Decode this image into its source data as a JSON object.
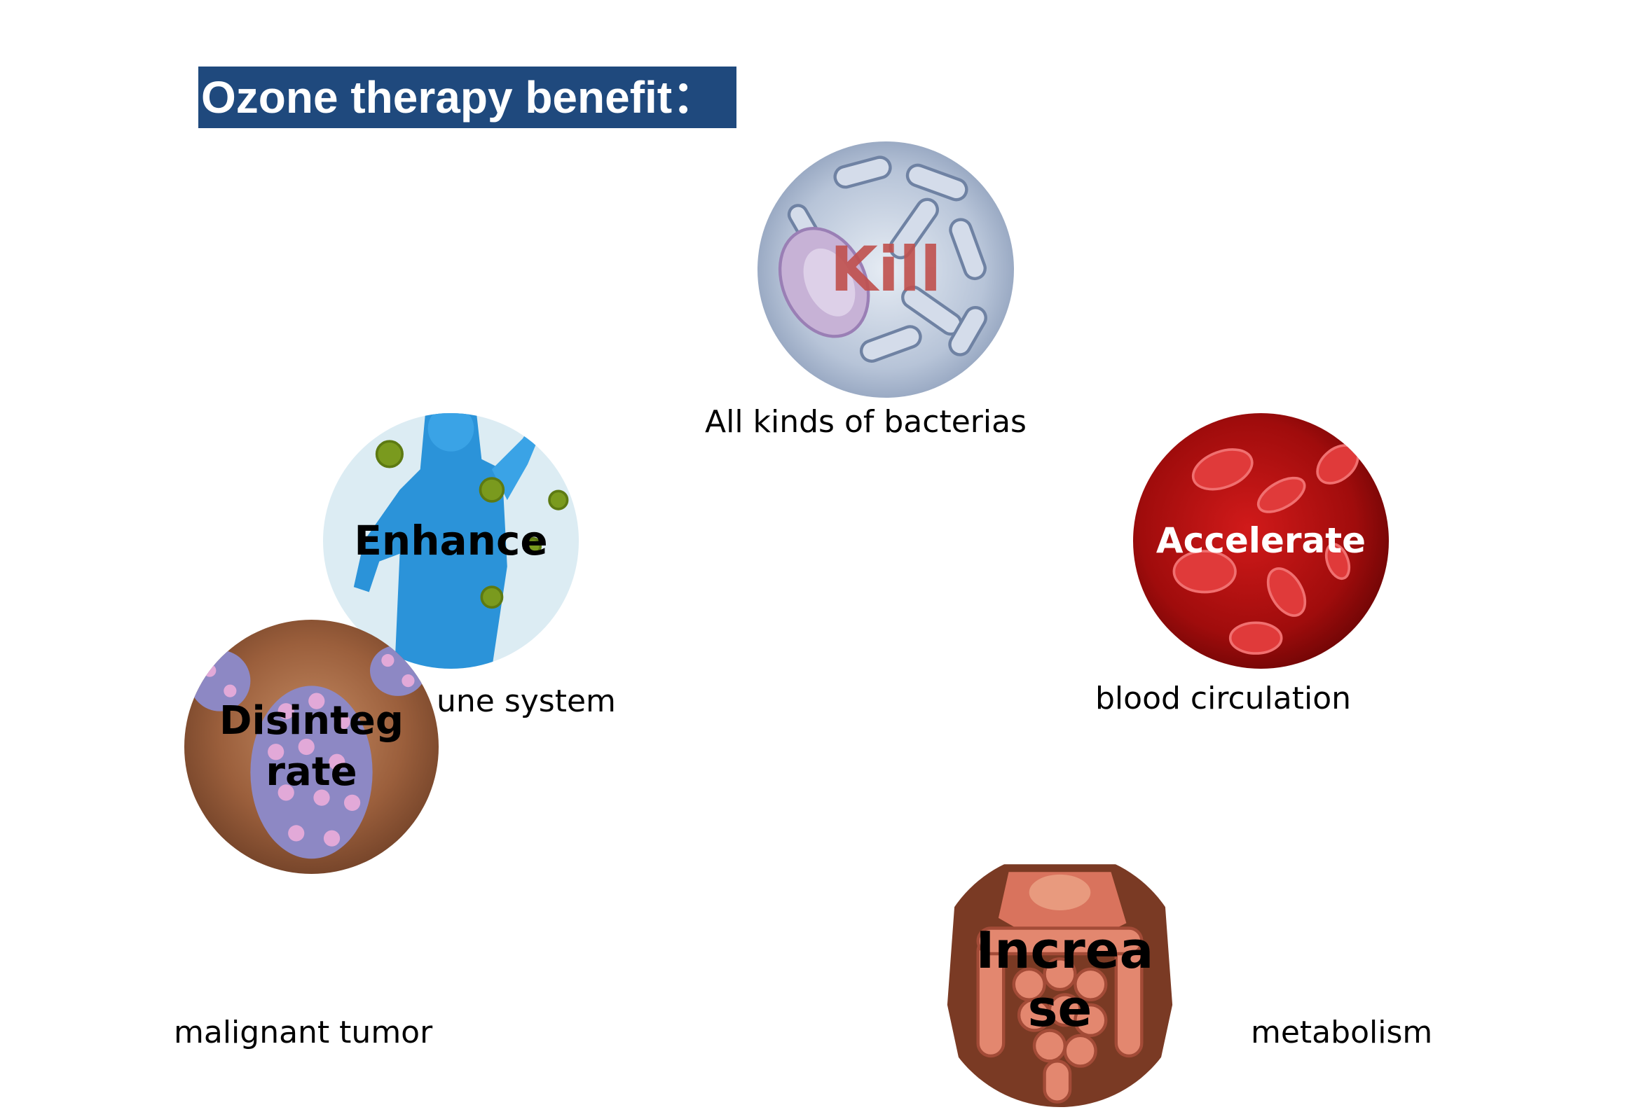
{
  "title": "Ozone therapy benefit：",
  "benefits": {
    "kill": {
      "word": "Kill",
      "caption": "All kinds of bacterias"
    },
    "enhance": {
      "word": "Enhance",
      "caption": "une system"
    },
    "disintegrate": {
      "word": "Disinteg rate",
      "caption": "malignant tumor"
    },
    "accelerate": {
      "word": "Accelerate",
      "caption": "blood circulation"
    },
    "increase": {
      "word": "Increa se",
      "caption": "metabolism"
    }
  },
  "colors": {
    "title_bg": "#1f497d",
    "kill_text": "#c0504d",
    "blood_red": "#b01010"
  }
}
